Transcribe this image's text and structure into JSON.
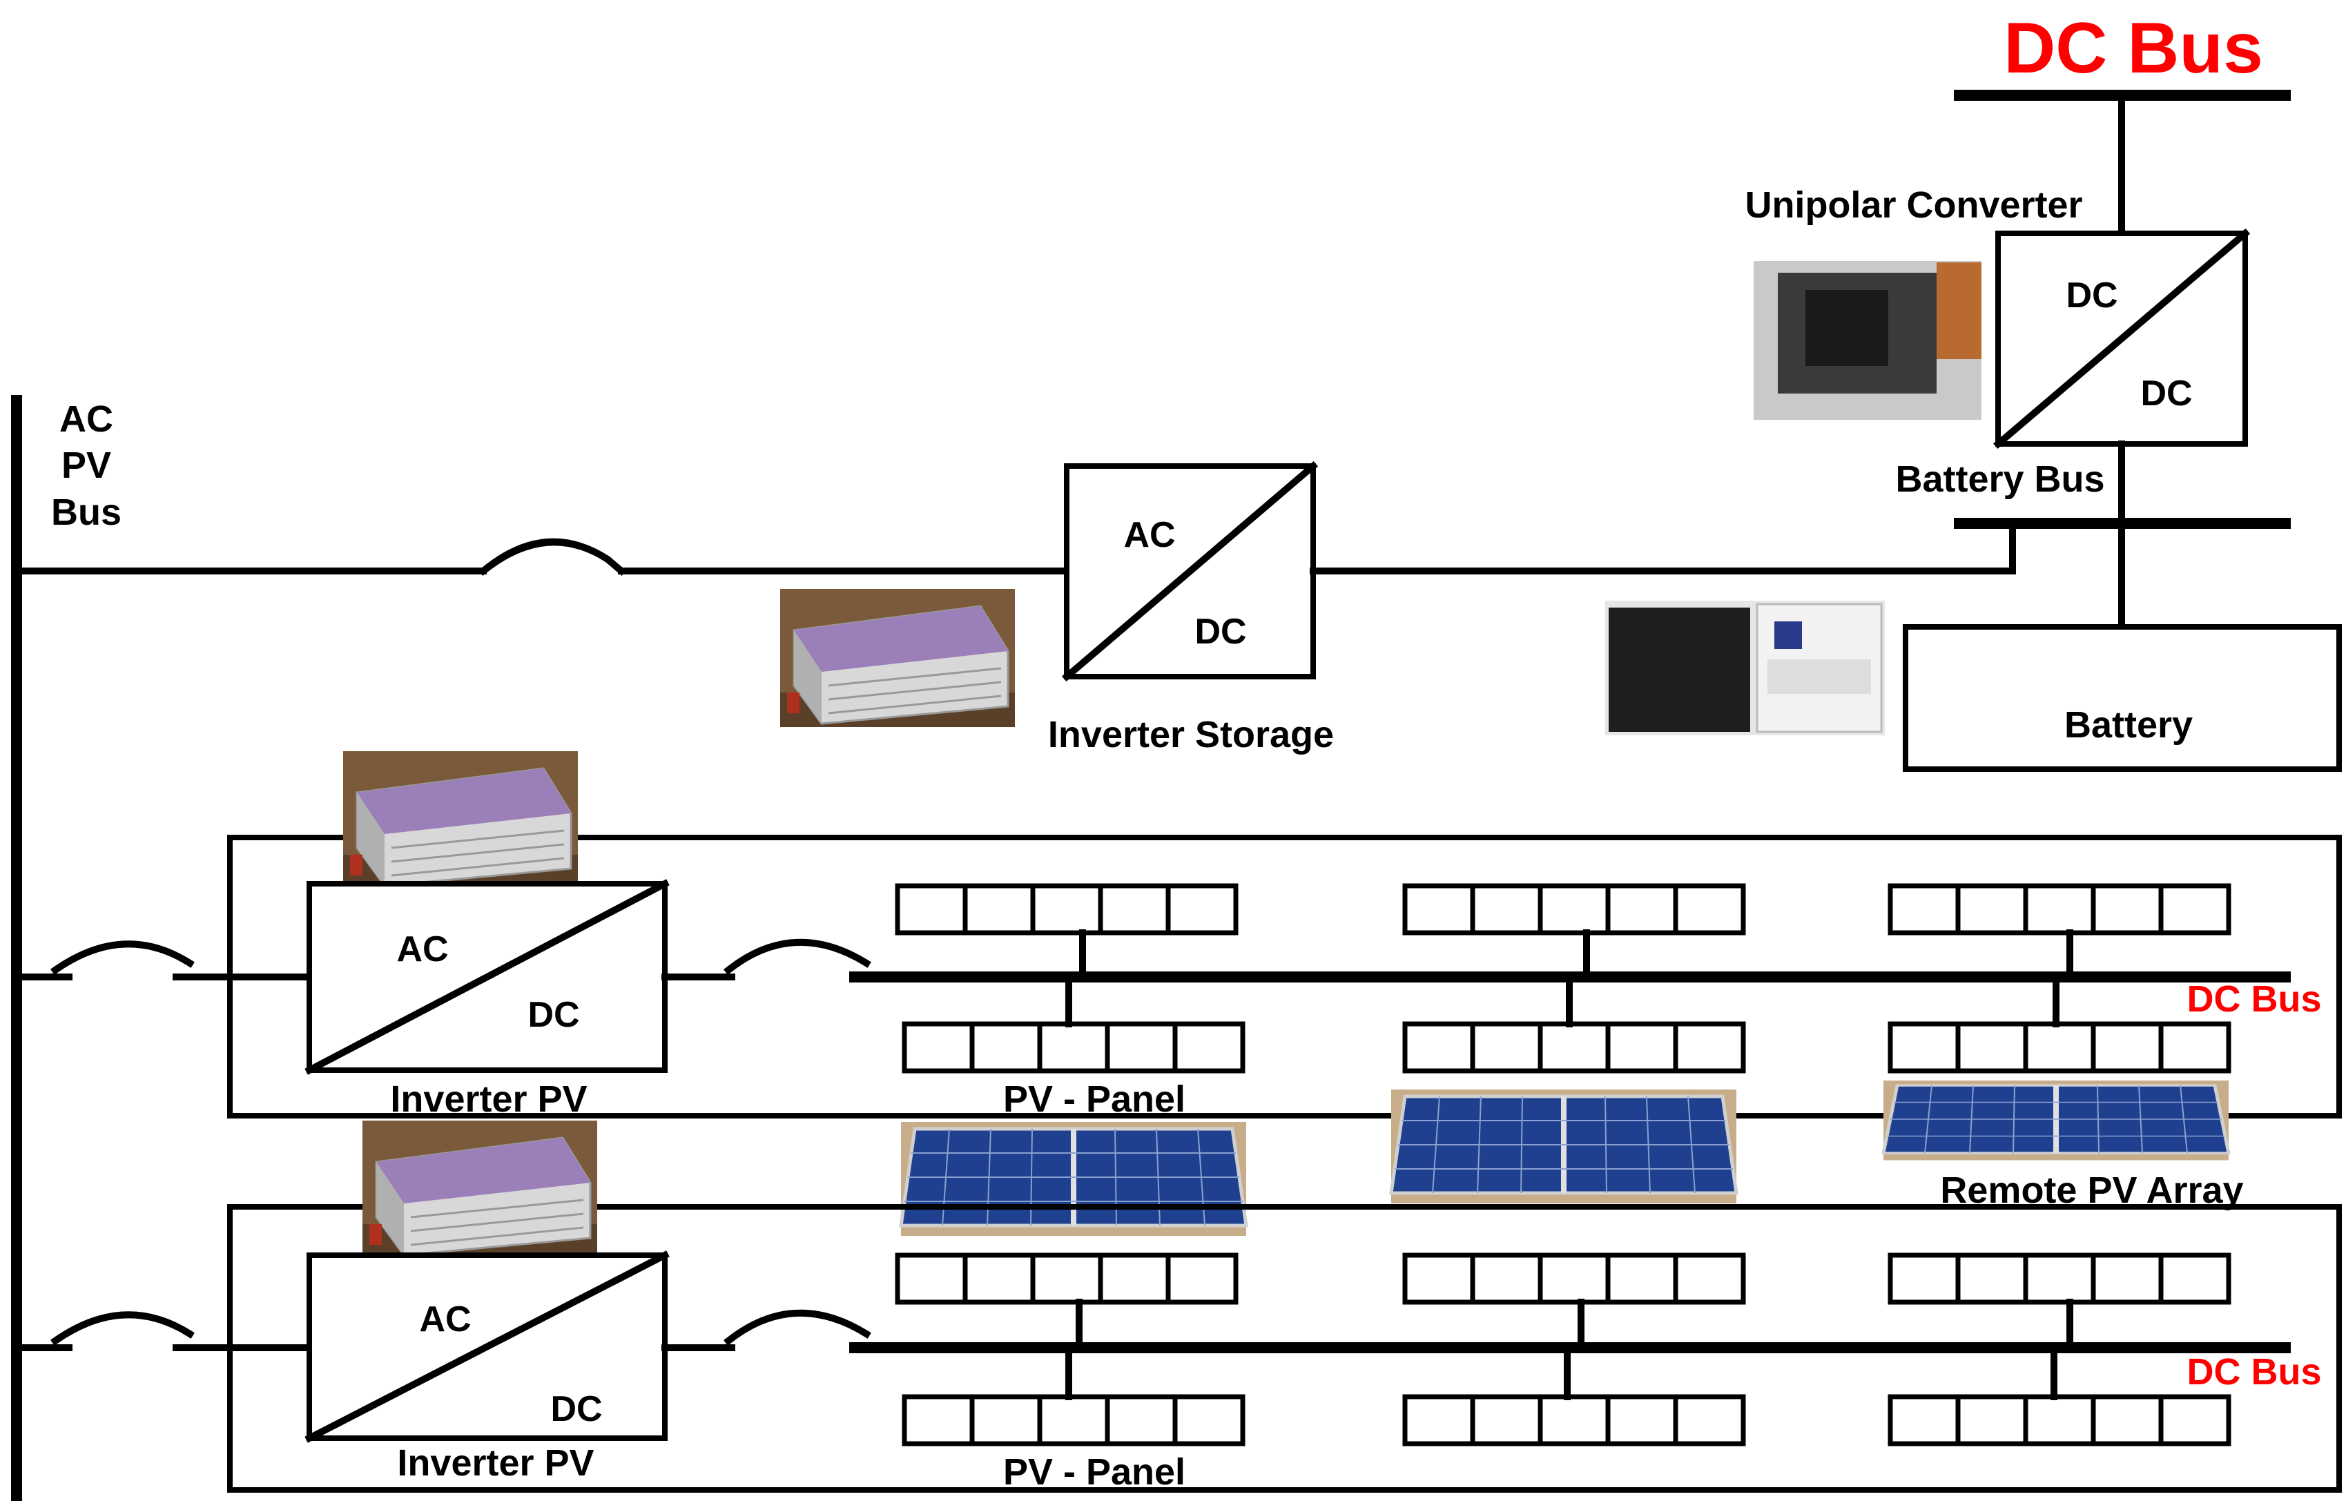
{
  "title": "DC Bus",
  "labels": {
    "ac_pv_bus": [
      "AC",
      "PV",
      "Bus"
    ],
    "unipolar_converter": "Unipolar Converter",
    "battery_bus": "Battery Bus",
    "battery": "Battery",
    "inverter_storage": "Inverter Storage",
    "inverter_pv_1": "Inverter PV",
    "inverter_pv_2": "Inverter PV",
    "pv_panel_1": "PV -  Panel",
    "pv_panel_2": "PV -  Panel",
    "remote_pv_array": "Remote PV Array",
    "dc_bus_1": "DC Bus",
    "dc_bus_2": "DC Bus"
  },
  "converters": {
    "unipolar": {
      "top": "DC",
      "bottom": "DC"
    },
    "storage": {
      "top": "AC",
      "bottom": "DC"
    },
    "pv1": {
      "top": "AC",
      "bottom": "DC"
    },
    "pv2": {
      "top": "AC",
      "bottom": "DC"
    }
  },
  "colors": {
    "line": "#000000",
    "accent": "#ff0000",
    "inverter_body": "#9a7fb8",
    "panel_blue": "#1f3f8f",
    "ground": "#c8ad8a"
  },
  "icons": [
    "inverter-photo",
    "battery-photo",
    "converter-photo",
    "solar-panel-photo"
  ]
}
